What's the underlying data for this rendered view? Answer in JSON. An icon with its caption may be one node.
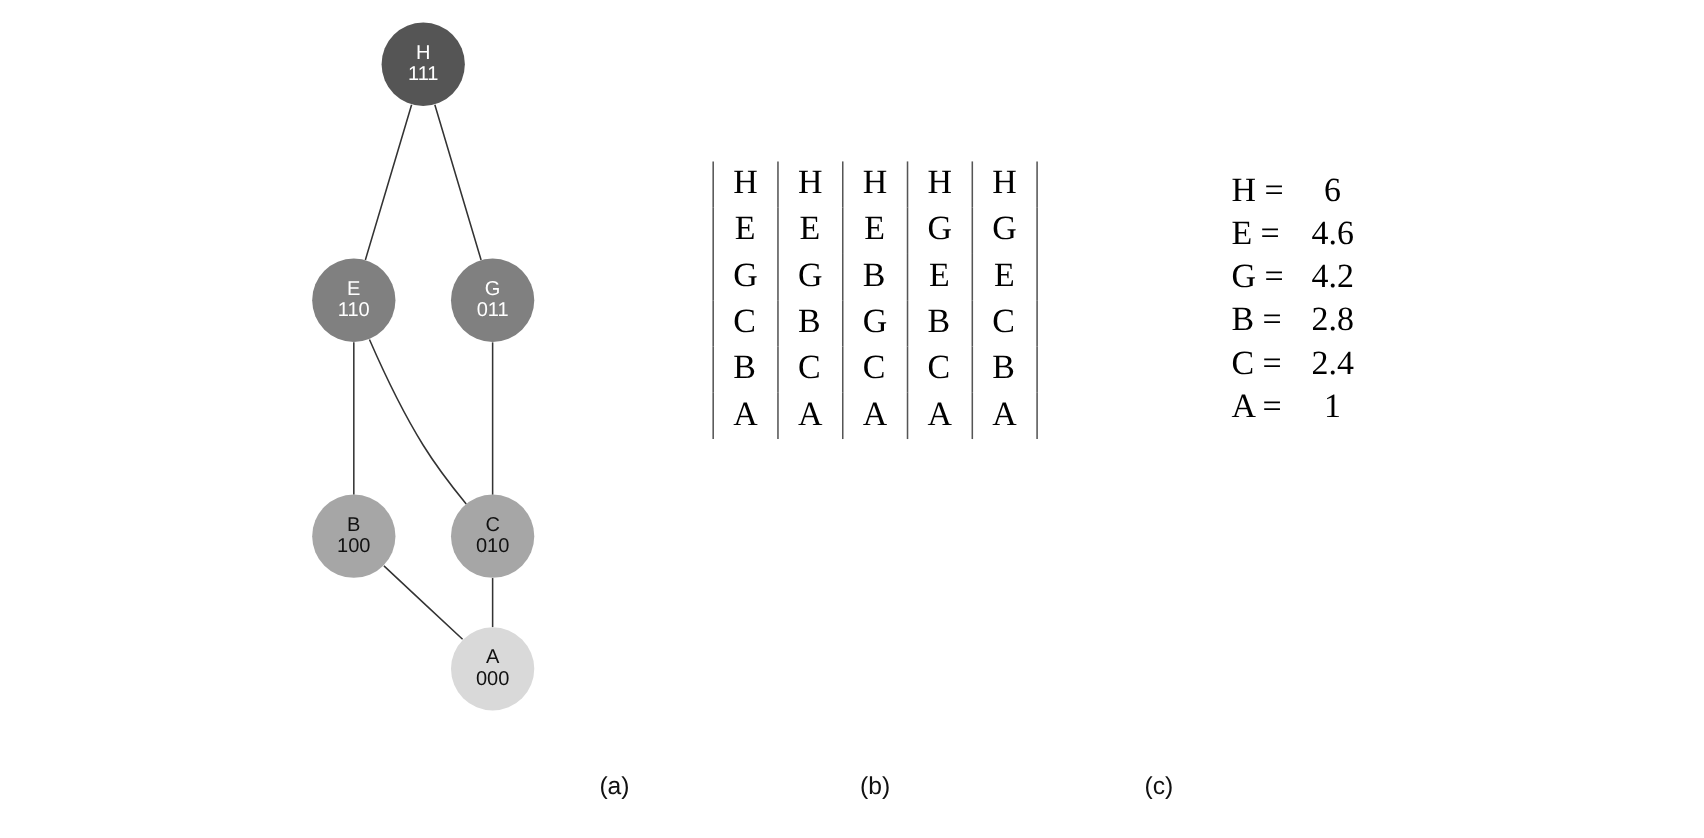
{
  "diagram": {
    "nodes": [
      {
        "text": [
          "H",
          "111"
        ]
      },
      {
        "text": [
          "E",
          "110"
        ]
      },
      {
        "text": [
          "G",
          "011"
        ]
      },
      {
        "text": [
          "B",
          "100"
        ]
      },
      {
        "text": [
          "C",
          "010"
        ]
      },
      {
        "text": [
          "A",
          "000"
        ]
      }
    ],
    "edges": [
      {
        "from": 0,
        "to": 1,
        "arrow": "none"
      },
      {
        "from": 0,
        "to": 2,
        "arrow": "none"
      },
      {
        "from": 1,
        "to": 3,
        "arrow": "none"
      },
      {
        "from": 1,
        "to": 4,
        "arrow": "none"
      },
      {
        "from": 2,
        "to": 4,
        "arrow": "none"
      },
      {
        "from": 3,
        "to": 5,
        "arrow": "none"
      },
      {
        "from": 4,
        "to": 5,
        "arrow": "none"
      }
    ],
    "labels": [
      "H",
      "H",
      "H",
      "H",
      "H",
      "E",
      "E",
      "E",
      "G",
      "G",
      "G",
      "G",
      "B",
      "E",
      "E",
      "C",
      "B",
      "G",
      "B",
      "C",
      "B",
      "C",
      "C",
      "C",
      "B",
      "A",
      "A",
      "A",
      "A",
      "A",
      "H =",
      "6",
      "E =",
      "4.6",
      "G =",
      "4.2",
      "B =",
      "2.8",
      "C =",
      "2.4",
      "A =",
      "1",
      "(a)",
      "(b)",
      "(c)"
    ]
  }
}
